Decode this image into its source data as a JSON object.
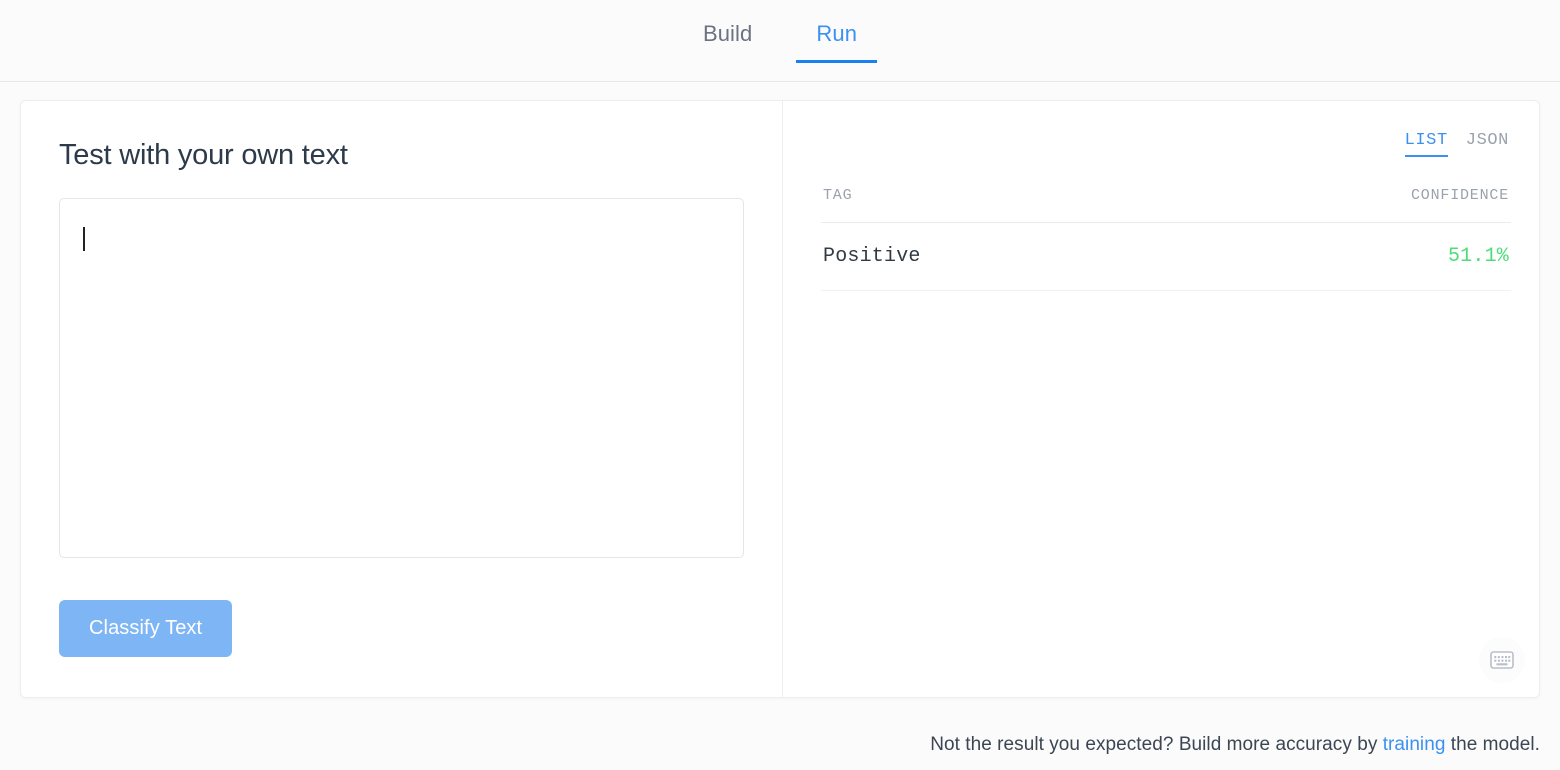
{
  "header": {
    "tabs": [
      {
        "label": "Build",
        "active": false
      },
      {
        "label": "Run",
        "active": true
      }
    ]
  },
  "left_pane": {
    "title": "Test with your own text",
    "textarea": {
      "value": "",
      "placeholder": ""
    },
    "classify_button_label": "Classify Text"
  },
  "right_pane": {
    "view_tabs": [
      {
        "label": "LIST",
        "active": true
      },
      {
        "label": "JSON",
        "active": false
      }
    ],
    "table": {
      "columns": [
        "TAG",
        "CONFIDENCE"
      ],
      "rows": [
        {
          "tag": "Positive",
          "confidence": "51.1%"
        }
      ]
    },
    "keyboard_icon": "keyboard-icon"
  },
  "footer": {
    "text_before": "Not the result you expected? Build more accuracy by ",
    "link_label": "training",
    "text_after": " the model."
  },
  "colors": {
    "accent_blue": "#3b91f2",
    "tab_underline_blue": "#1a7ff0",
    "button_blue": "#7db5f5",
    "confidence_green": "#4ddd78",
    "muted_gray": "#9aa2ad",
    "title_slate": "#2d3a4a",
    "page_bg": "#fbfbfc",
    "card_bg": "#ffffff",
    "border": "#eceef1"
  }
}
